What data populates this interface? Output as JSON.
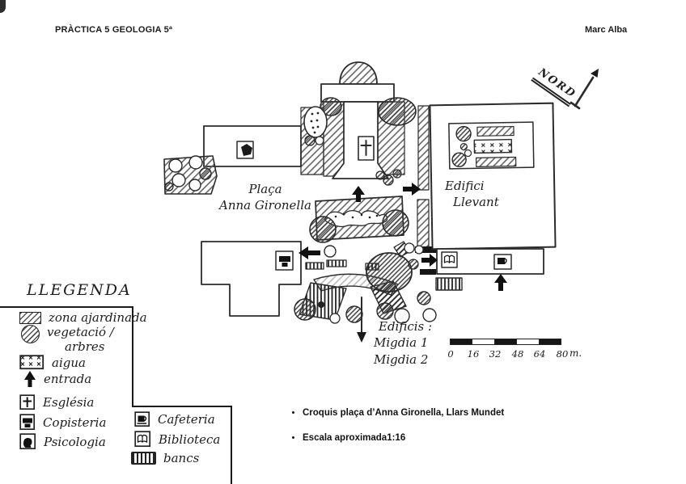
{
  "colors": {
    "paper": "#ffffff",
    "ink": "#1f1f1f"
  },
  "header": {
    "title": "PRÀCTICA 5 GEOLOGIA 5ª",
    "author": "Marc Alba"
  },
  "map": {
    "compass": {
      "label": "NORD"
    },
    "labels": {
      "placa_line1": "Plaça",
      "placa_line2": "Anna Gironella",
      "edifici_line1": "Edifici",
      "edifici_line2": "Llevant",
      "edificis_title": "Edificis :",
      "edificis_item1": "Migdia 1",
      "edificis_item2": "Migdia 2"
    },
    "scale_bar": {
      "ticks": [
        "0",
        "16",
        "32",
        "48",
        "64",
        "80"
      ],
      "unit": "m."
    }
  },
  "legend": {
    "title": "LLEGENDA",
    "items": [
      {
        "icon": "garden-zone-icon",
        "label": "zona ajardinada"
      },
      {
        "icon": "vegetation-tree-icon",
        "label": "vegetació /",
        "label2": "arbres"
      },
      {
        "icon": "water-icon",
        "label": "aigua"
      },
      {
        "icon": "entrance-arrow-icon",
        "label": "entrada"
      },
      {
        "icon": "church-cross-icon",
        "label": "Església"
      },
      {
        "icon": "print-shop-icon",
        "label": "Copisteria"
      },
      {
        "icon": "psychology-icon",
        "label": "Psicologia"
      },
      {
        "icon": "cafeteria-cup-icon",
        "label": "Cafeteria"
      },
      {
        "icon": "library-book-icon",
        "label": "Biblioteca"
      },
      {
        "icon": "bench-icon",
        "label": "bancs"
      }
    ]
  },
  "notes": {
    "bullet1": "Croquis plaça d’Anna Gironella, Llars Mundet",
    "bullet2": "Escala aproximada1:16"
  }
}
